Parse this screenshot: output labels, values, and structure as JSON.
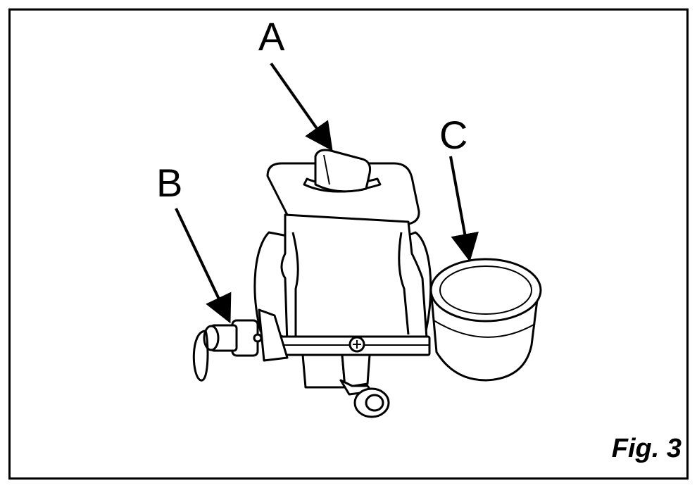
{
  "labels": {
    "a": "A",
    "b": "B",
    "c": "C"
  },
  "caption": "Fig. 3",
  "colors": {
    "line": "#000000",
    "fill": "#ffffff",
    "shade": "#e6e6e6"
  }
}
